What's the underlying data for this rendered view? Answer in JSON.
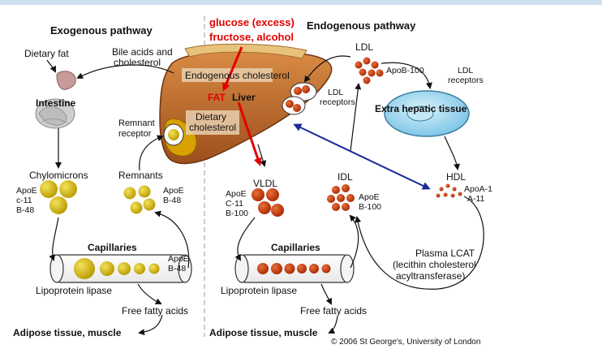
{
  "exogenous": {
    "heading": "Exogenous pathway",
    "dietary_fat": "Dietary fat",
    "bile_line1": "Bile acids and",
    "bile_line2": "cholesterol",
    "intestine": "Intestine",
    "remnant_receptor_line1": "Remnant",
    "remnant_receptor_line2": "receptor",
    "chylomicrons": "Chylomicrons",
    "chylo_apo": [
      "ApoE",
      "c-11",
      "B-48"
    ],
    "remnants": "Remnants",
    "remnant_apo": [
      "ApoE",
      "B-48"
    ],
    "capillaries": "Capillaries",
    "capillary_apo": [
      "ApoE",
      "B-48"
    ],
    "lipoprotein_lipase": "Lipoprotein lipase",
    "free_fatty_acids": "Free fatty acids",
    "adipose": "Adipose tissue, muscle"
  },
  "liver": {
    "glucose_line1": "glucose (excess)",
    "glucose_line2": "fructose, alcohol",
    "endogenous_cholesterol": "Endogenous cholesterol",
    "fat": "FAT",
    "liver": "Liver",
    "dietary_line1": "Dietary",
    "dietary_line2": "cholesterol",
    "ldl_receptors_line1": "LDL",
    "ldl_receptors_line2": "receptors"
  },
  "endogenous": {
    "heading": "Endogenous pathway",
    "ldl": "LDL",
    "ldl_apo": "ApoB-100",
    "ldl_receptors_line1": "LDL",
    "ldl_receptors_line2": "receptors",
    "extra_hepatic": "Extra hepatic tissue",
    "vldl": "VLDL",
    "vldl_apo": [
      "ApoE",
      "C-11",
      "B-100"
    ],
    "idl": "IDL",
    "idl_apo": [
      "ApoE",
      "B-100"
    ],
    "hdl": "HDL",
    "hdl_apo": [
      "ApoA-1",
      "A-11"
    ],
    "plasma_lcat": [
      "Plasma LCAT",
      "(lecithin cholesterol",
      "acyltransferase)"
    ],
    "capillaries": "Capillaries",
    "lipoprotein_lipase": "Lipoprotein lipase",
    "free_fatty_acids": "Free fatty acids",
    "adipose": "Adipose tissue, muscle"
  },
  "copyright": "© 2006 St George's, University of London",
  "colors": {
    "chylo_yellow": "#d8b800",
    "lipo_red": "#cc3a10",
    "liver_brown": "#b5652a",
    "tissue_blue": "#9fd7ef",
    "red_arrow": "#e00000",
    "blue_arrow": "#1a2a9a"
  }
}
